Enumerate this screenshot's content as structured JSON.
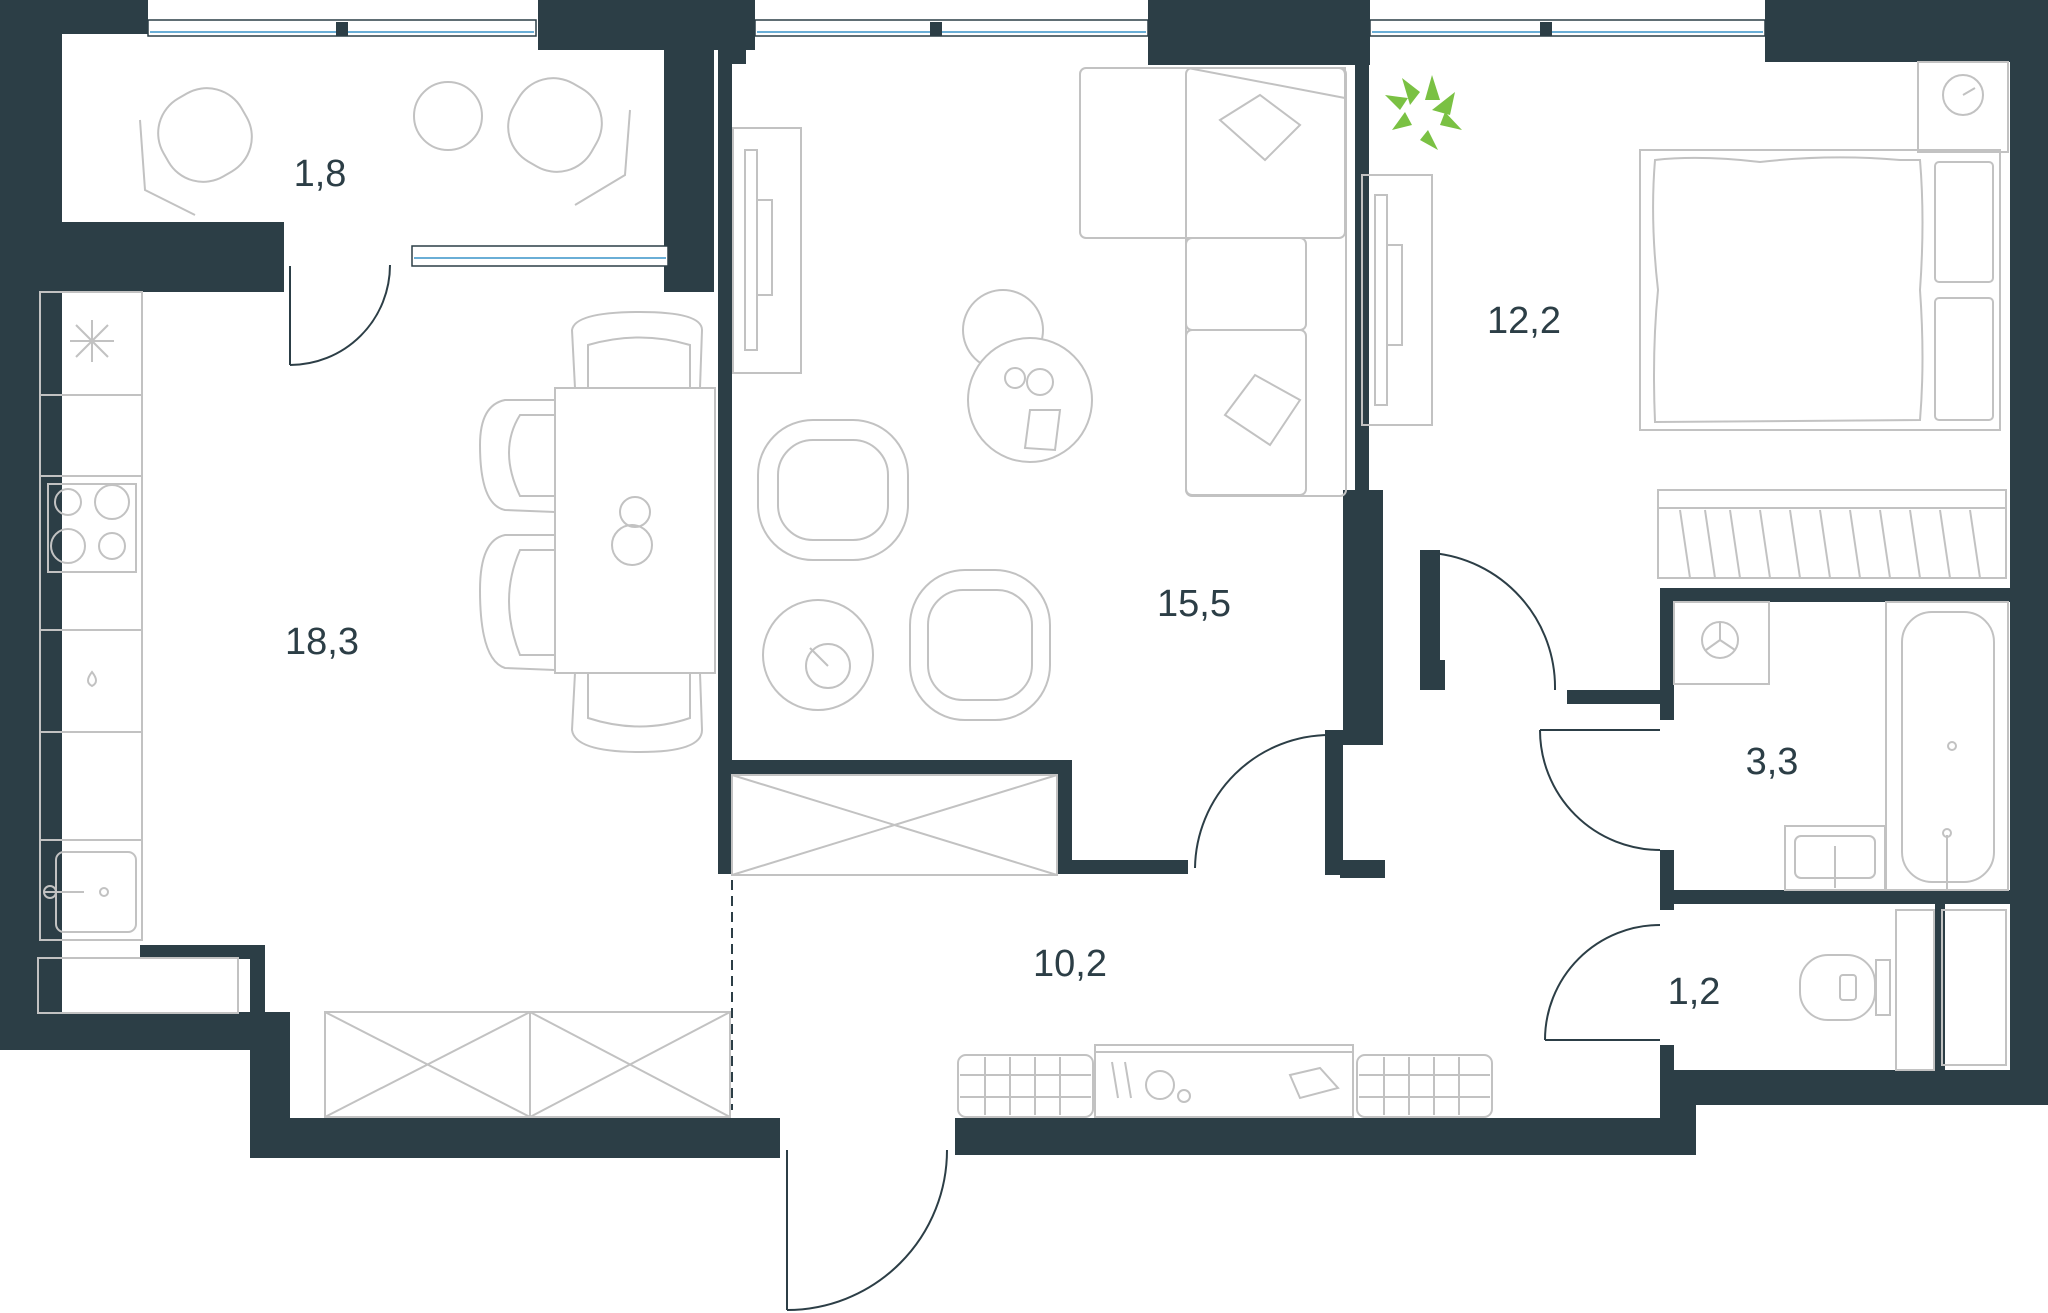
{
  "rooms": [
    {
      "id": "balcony",
      "area": "1,8"
    },
    {
      "id": "kitchen",
      "area": "18,3"
    },
    {
      "id": "living",
      "area": "15,5"
    },
    {
      "id": "bedroom",
      "area": "12,2"
    },
    {
      "id": "hall",
      "area": "10,2"
    },
    {
      "id": "bathroom",
      "area": "3,3"
    },
    {
      "id": "wc",
      "area": "1,2"
    }
  ],
  "colors": {
    "wall": "#2c3e46",
    "furniture": "#c2c2c2",
    "window_glass": "#6aaed6",
    "plant": "#7ac143"
  },
  "icons": [
    "window",
    "door-swing",
    "sofa",
    "armchair",
    "bed",
    "dining-table",
    "stove",
    "sink",
    "bathtub",
    "toilet",
    "washing-machine",
    "plant"
  ]
}
